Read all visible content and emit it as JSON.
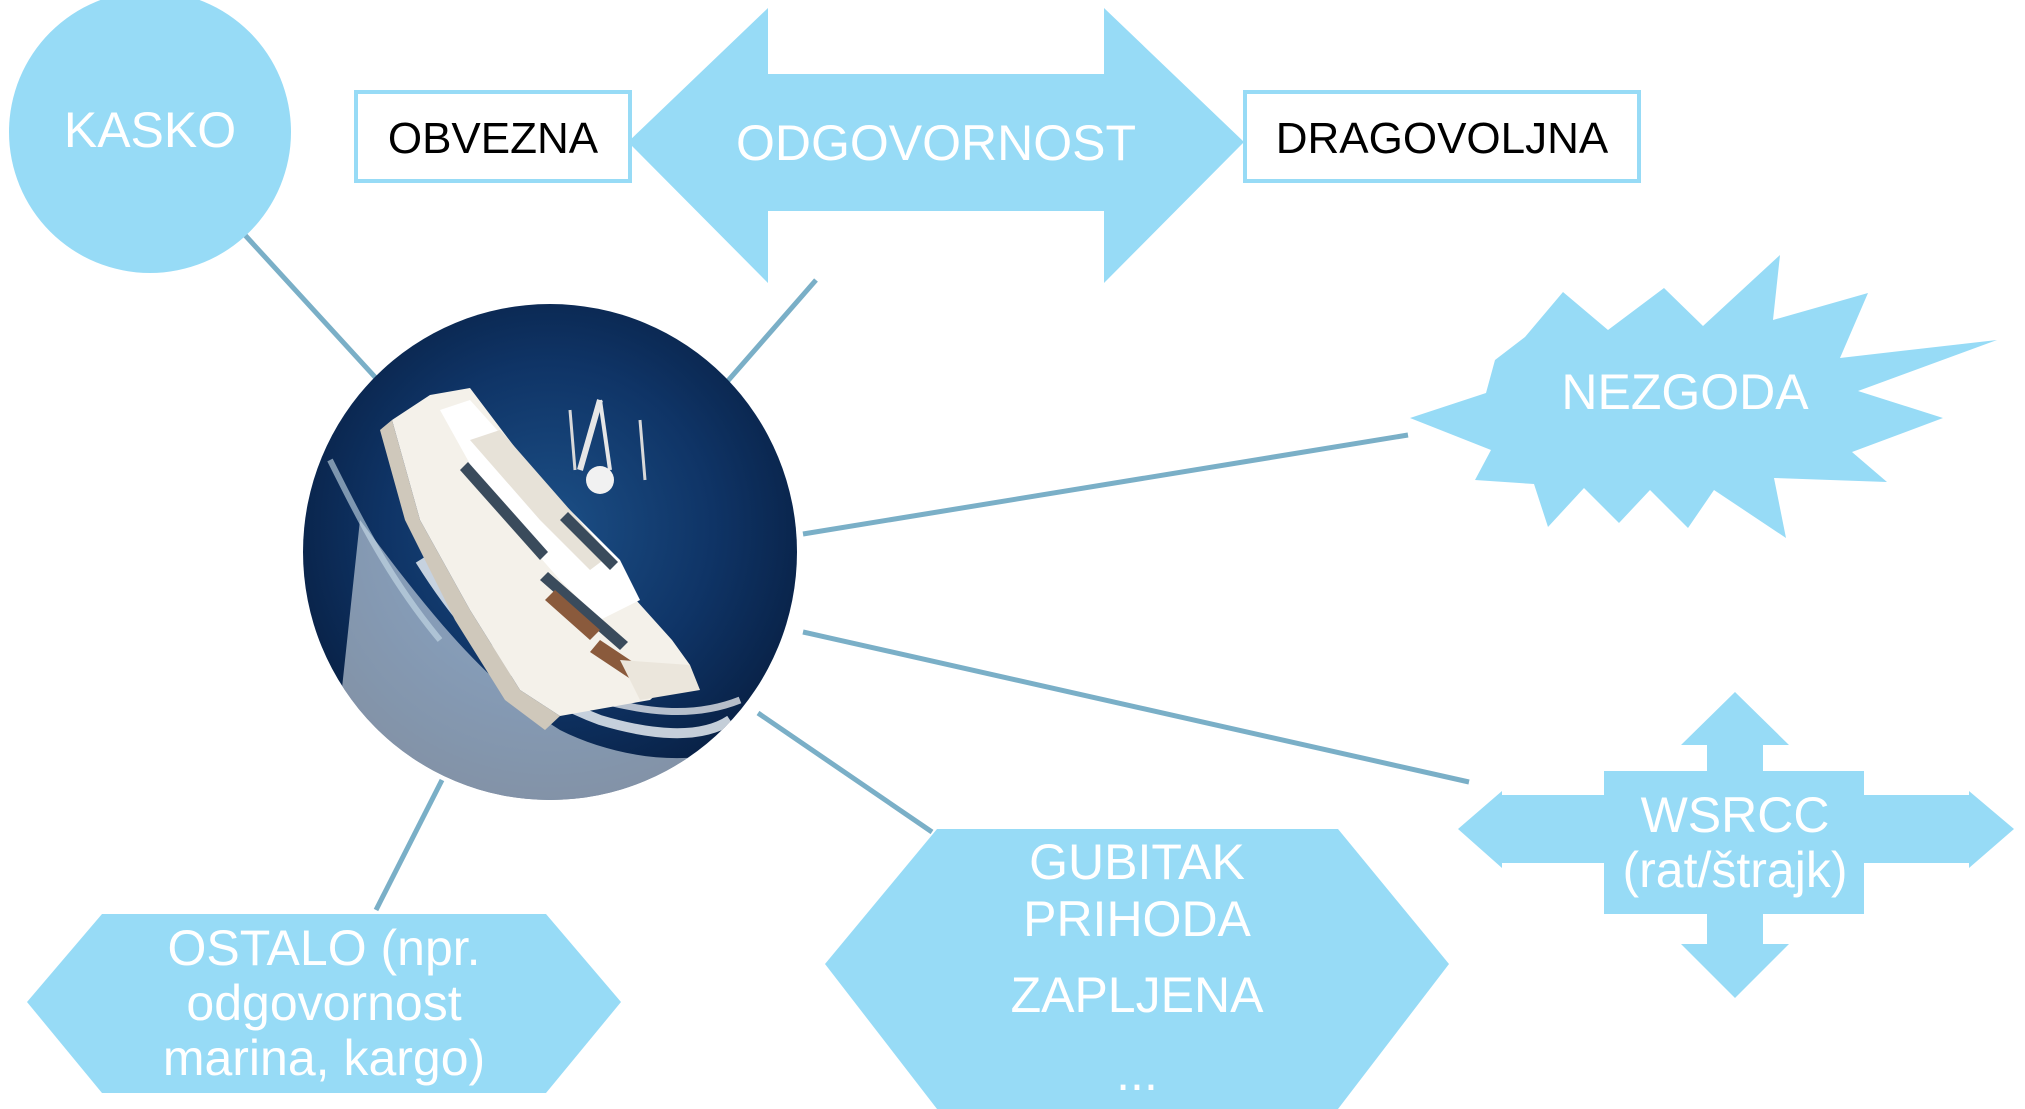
{
  "colors": {
    "shape_fill": "#97DBF6",
    "connector": "#7AAFC7",
    "box_border": "#97DBF6",
    "shape_text": "#FFFFFF",
    "box_text": "#000000"
  },
  "nodes": {
    "kasko": "KASKO",
    "obvezna": "OBVEZNA",
    "odgovornost": "ODGOVORNOST",
    "dragovoljna": "DRAGOVOLJNA",
    "nezgoda": "NEZGODA",
    "wsrcc_line1": "WSRCC",
    "wsrcc_line2": "(rat/štrajk)",
    "gubitak_line1": "GUBITAK",
    "gubitak_line2": "PRIHODA",
    "gubitak_line3": "ZAPLJENA",
    "gubitak_line4": "...",
    "ostalo_line1": "OSTALO (npr.",
    "ostalo_line2": "odgovornost",
    "ostalo_line3": "marina, kargo)"
  },
  "center_image": {
    "icon": "yacht-photo"
  }
}
